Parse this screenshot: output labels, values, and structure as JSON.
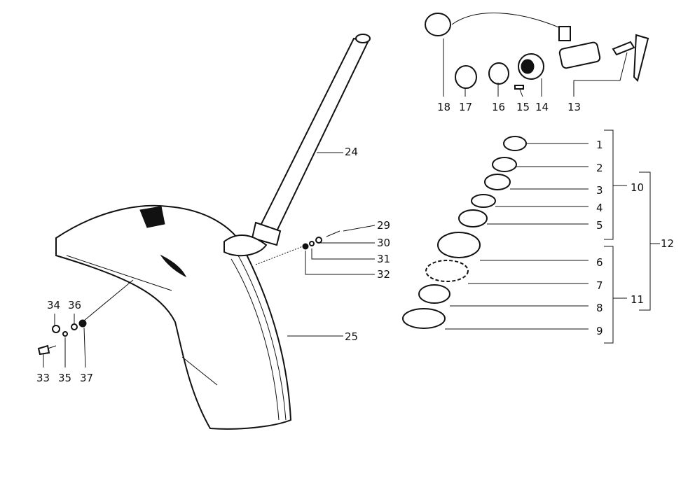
{
  "diagram": {
    "type": "exploded parts diagram",
    "colors": {
      "ink": "#111111",
      "background": "#ffffff"
    },
    "labels": {
      "p1": "1",
      "p2": "2",
      "p3": "3",
      "p4": "4",
      "p5": "5",
      "p6": "6",
      "p7": "7",
      "p8": "8",
      "p9": "9",
      "p10": "10",
      "p11": "11",
      "p12": "12",
      "p13": "13",
      "p14": "14",
      "p15": "15",
      "p16": "16",
      "p17": "17",
      "p18": "18",
      "p24": "24",
      "p25": "25",
      "p29": "29",
      "p30": "30",
      "p31": "31",
      "p32": "32",
      "p33": "33",
      "p34": "34",
      "p35": "35",
      "p36": "36",
      "p37": "37"
    }
  }
}
